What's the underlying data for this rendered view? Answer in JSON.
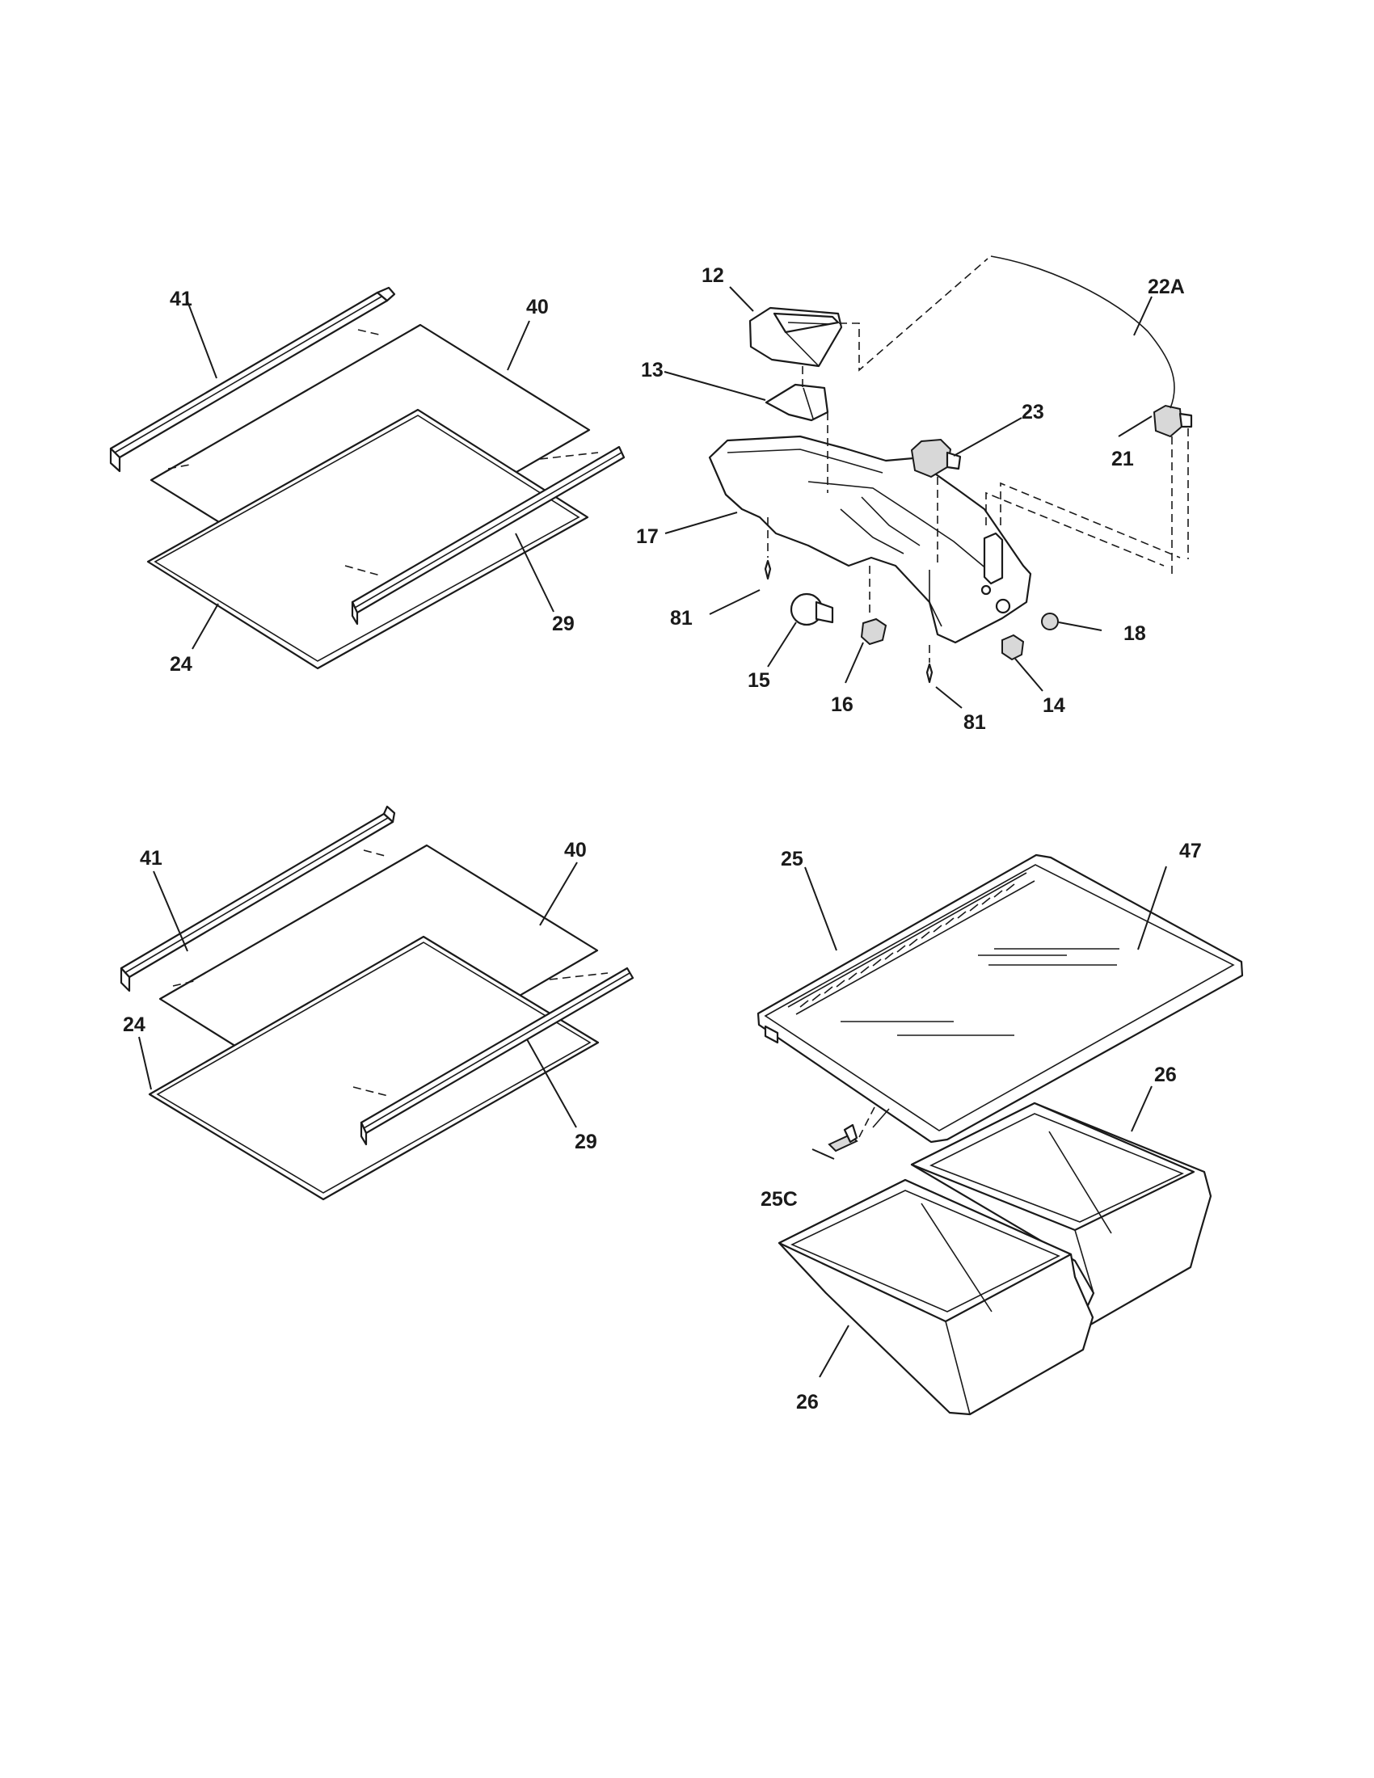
{
  "diagram": {
    "panels": [
      {
        "id": "upper-left-shelf",
        "callouts": [
          "41",
          "40",
          "29",
          "24"
        ]
      },
      {
        "id": "upper-right-light-control",
        "callouts": [
          "12",
          "13",
          "17",
          "81",
          "15",
          "16",
          "81",
          "14",
          "18",
          "21",
          "22A",
          "23"
        ]
      },
      {
        "id": "lower-left-shelf",
        "callouts": [
          "41",
          "40",
          "24",
          "29"
        ]
      },
      {
        "id": "lower-right-crisper",
        "callouts": [
          "25",
          "47",
          "25C",
          "26",
          "26"
        ]
      }
    ]
  },
  "callouts": {
    "ul_41": "41",
    "ul_40": "40",
    "ul_29": "29",
    "ul_24": "24",
    "ur_12": "12",
    "ur_13": "13",
    "ur_17": "17",
    "ur_81a": "81",
    "ur_15": "15",
    "ur_16": "16",
    "ur_81b": "81",
    "ur_14": "14",
    "ur_18": "18",
    "ur_21": "21",
    "ur_22a": "22A",
    "ur_23": "23",
    "ll_41": "41",
    "ll_40": "40",
    "ll_24": "24",
    "ll_29": "29",
    "lr_25": "25",
    "lr_47": "47",
    "lr_25c": "25C",
    "lr_26a": "26",
    "lr_26b": "26"
  }
}
